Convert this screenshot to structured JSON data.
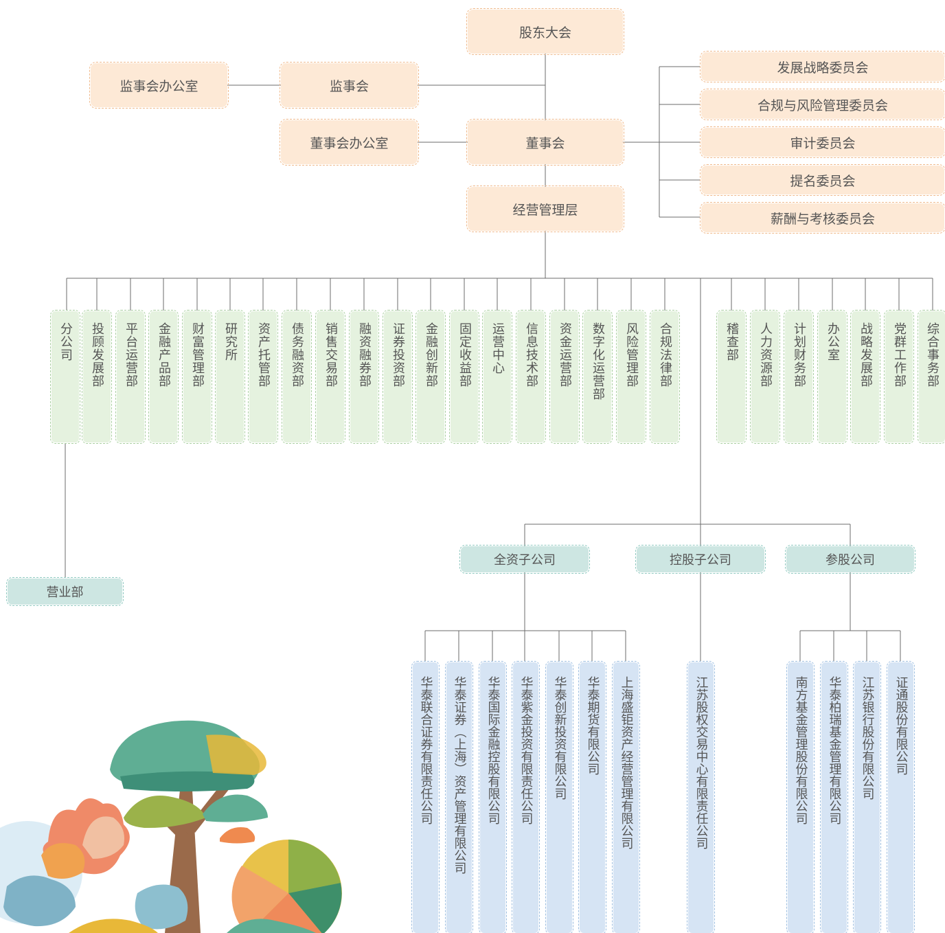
{
  "top": {
    "shareholders": "股东大会",
    "supervisory_board": "监事会",
    "supervisory_office": "监事会办公室",
    "board": "董事会",
    "board_office": "董事会办公室",
    "management": "经营管理层"
  },
  "committees": [
    "发展战略委员会",
    "合规与风险管理委员会",
    "审计委员会",
    "提名委员会",
    "薪酬与考核委员会"
  ],
  "departments": [
    "分公司",
    "投顾发展部",
    "平台运营部",
    "金融产品部",
    "财富管理部",
    "研究所",
    "资产托管部",
    "债务融资部",
    "销售交易部",
    "融资融券部",
    "证券投资部",
    "金融创新部",
    "固定收益部",
    "运营中心",
    "信息技术部",
    "资金运营部",
    "数字化运营部",
    "风险管理部",
    "合规法律部"
  ],
  "support_departments": [
    "稽查部",
    "人力资源部",
    "计划财务部",
    "办公室",
    "战略发展部",
    "党群工作部",
    "综合事务部"
  ],
  "branch_child": "营业部",
  "subsidiary_groups": {
    "wholly_owned": "全资子公司",
    "holding": "控股子公司",
    "participating": "参股公司"
  },
  "wholly_owned_list": [
    "华泰联合证券有限责任公司",
    "华泰证券（上海）资产管理有限公司",
    "华泰国际金融控股有限公司",
    "华泰紫金投资有限责任公司",
    "华泰创新投资有限公司",
    "华泰期货有限公司",
    "上海盛钜资产经营管理有限公司"
  ],
  "holding_list": [
    "江苏股权交易中心有限责任公司"
  ],
  "participating_list": [
    "南方基金管理股份有限公司",
    "华泰柏瑞基金管理有限公司",
    "江苏银行股份有限公司",
    "证通股份有限公司"
  ]
}
